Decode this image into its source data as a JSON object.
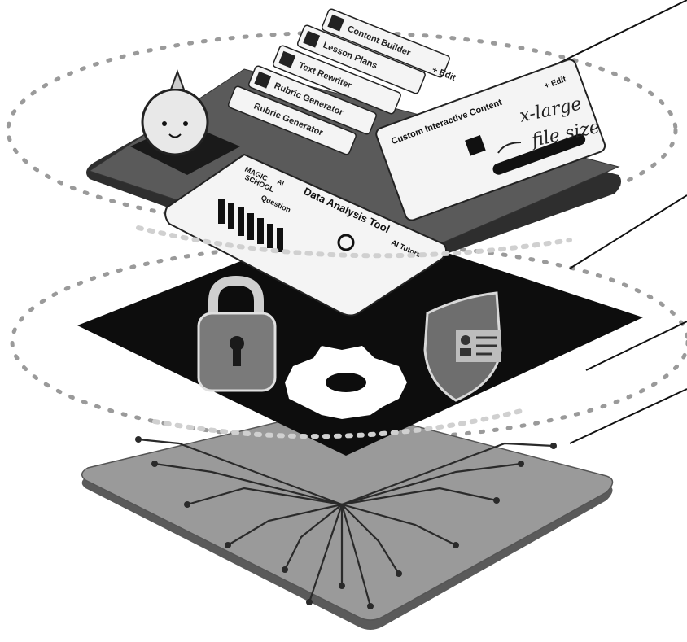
{
  "illustration": {
    "menu_items": [
      {
        "label": "Content Builder"
      },
      {
        "label": "Lesson Plans"
      },
      {
        "label": "Text Rewriter"
      },
      {
        "label": "Rubric Generator"
      },
      {
        "label": "Rubric Generator"
      }
    ],
    "menu_side_label": "+ Edit",
    "logo_text_top": "MAGIC",
    "logo_text_bottom": "SCHOOL",
    "logo_badge": "AI",
    "data_tool_title": "Data Analysis Tool",
    "data_tool_subtitle": "Question",
    "data_tool_tag": "AI Tutors",
    "upload_card_title": "Custom Interactive Content",
    "upload_card_badge": "+ Edit",
    "annotation_line1": "x-large",
    "annotation_line2": "file size",
    "icons": [
      "unicorn-mascot-icon",
      "padlock-icon",
      "shield-icon",
      "gear-icon",
      "circuit-board-icon"
    ],
    "colors": {
      "dark_layer": "#111111",
      "mid_layer": "#4a4a4a",
      "board": "#8c8c8c",
      "card": "#f2f2f2"
    }
  }
}
